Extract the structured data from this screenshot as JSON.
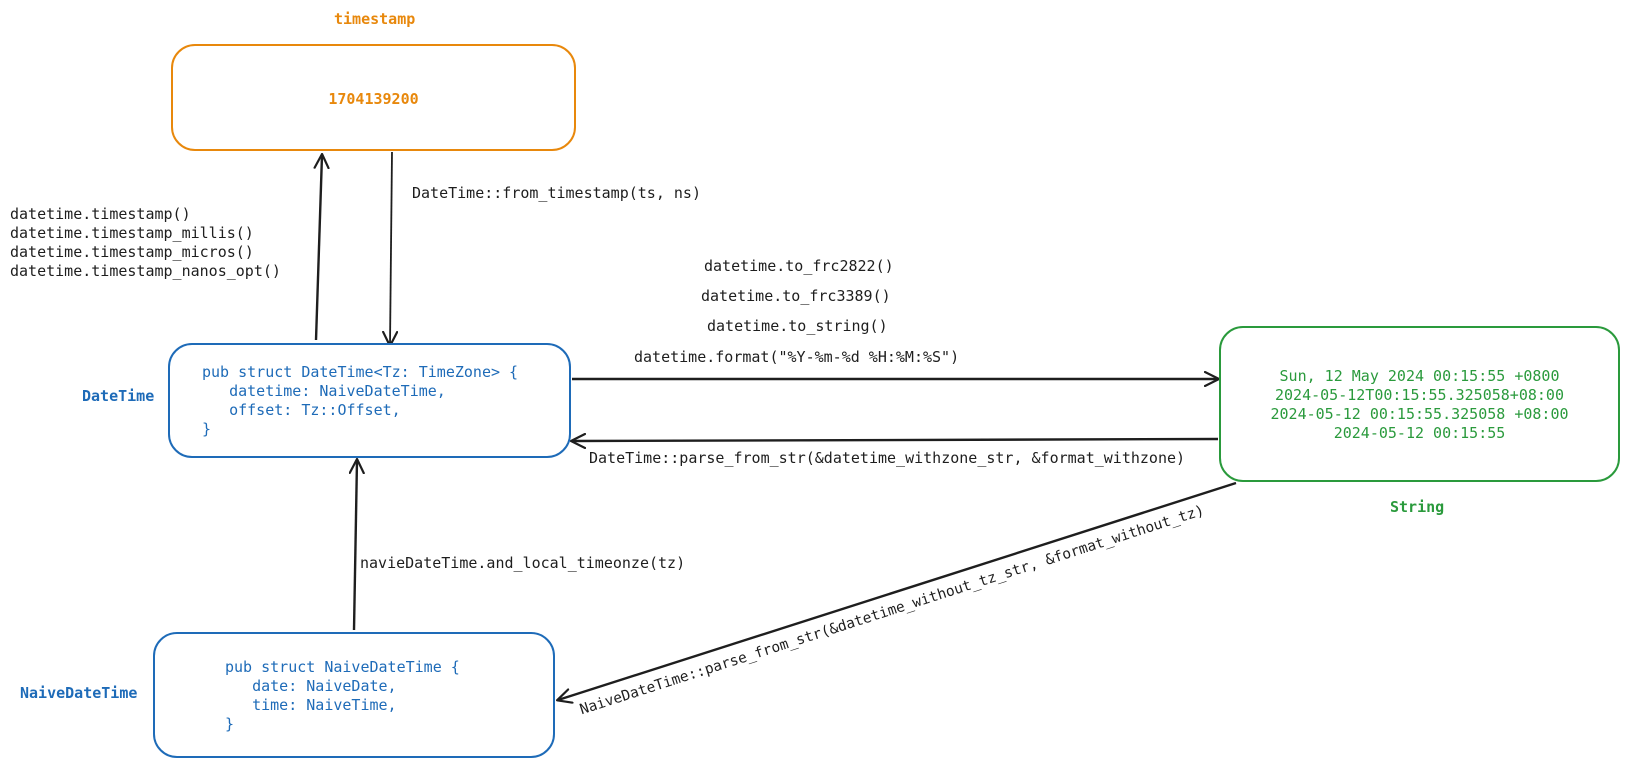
{
  "colors": {
    "timestamp": "#e8880c",
    "datetime": "#1e6bb8",
    "string": "#2a9a3c",
    "edge": "#1e1e1e"
  },
  "nodes": {
    "timestamp": {
      "title": "timestamp",
      "value": "1704139200"
    },
    "datetime": {
      "title": "DateTime",
      "code": "pub struct DateTime<Tz: TimeZone> {\n   datetime: NaiveDateTime,\n   offset: Tz::Offset,\n}"
    },
    "naive": {
      "title": "NaiveDateTime",
      "code": "pub struct NaiveDateTime {\n   date: NaiveDate,\n   time: NaiveTime,\n}"
    },
    "string": {
      "title": "String",
      "lines": [
        "Sun, 12 May 2024 00:15:55 +0800",
        "2024-05-12T00:15:55.325058+08:00",
        "2024-05-12 00:15:55.325058 +08:00",
        "2024-05-12 00:15:55"
      ]
    }
  },
  "edges": {
    "datetime_to_timestamp": "datetime.timestamp()\ndatetime.timestamp_millis()\ndatetime.timestamp_micros()\ndatetime.timestamp_nanos_opt()",
    "timestamp_to_datetime": "DateTime::from_timestamp(ts, ns)",
    "datetime_to_string": [
      "datetime.to_frc2822()",
      "datetime.to_frc3389()",
      "datetime.to_string()",
      "datetime.format(\"%Y-%m-%d %H:%M:%S\")"
    ],
    "string_to_datetime": "DateTime::parse_from_str(&datetime_withzone_str, &format_withzone)",
    "naive_to_datetime": "navieDateTime.and_local_timeonze(tz)",
    "string_to_naive": "NaiveDateTime::parse_from_str(&datetime_without_tz_str, &format_without_tz)"
  }
}
